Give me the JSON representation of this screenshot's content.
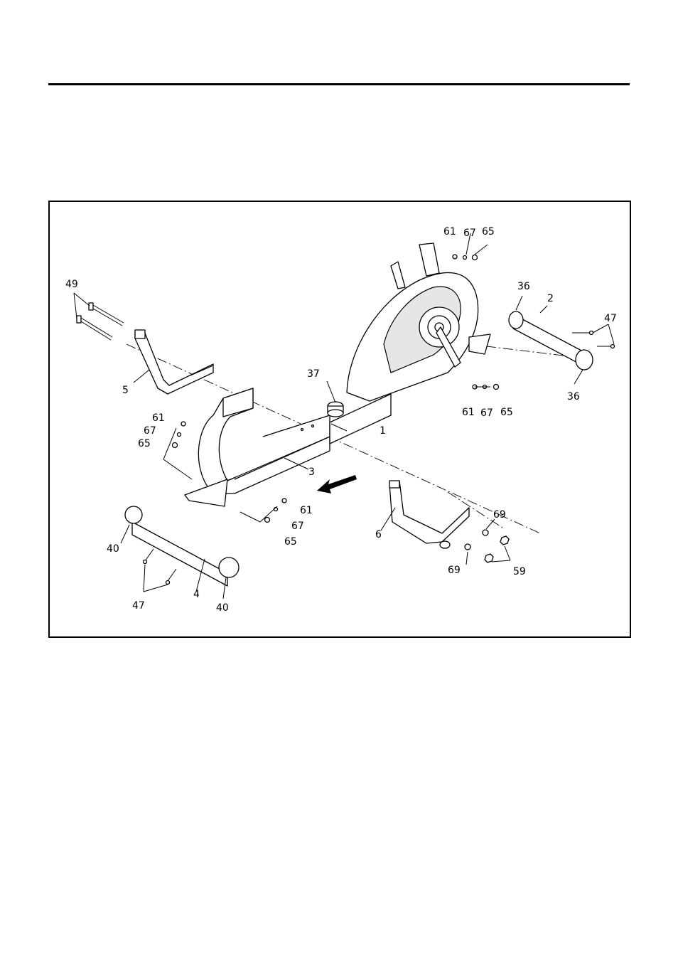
{
  "figure": {
    "callouts": {
      "p1": "1",
      "p2": "2",
      "p3": "3",
      "p4": "4",
      "p5": "5",
      "p6": "6",
      "p36a": "36",
      "p36b": "36",
      "p37": "37",
      "p40a": "40",
      "p40b": "40",
      "p47a": "47",
      "p47b": "47",
      "p49": "49",
      "p59": "59",
      "p61a": "61",
      "p61b": "61",
      "p61c": "61",
      "p61d": "61",
      "p65a": "65",
      "p65b": "65",
      "p65c": "65",
      "p65d": "65",
      "p67a": "67",
      "p67b": "67",
      "p67c": "67",
      "p67d": "67",
      "p69a": "69",
      "p69b": "69"
    }
  }
}
